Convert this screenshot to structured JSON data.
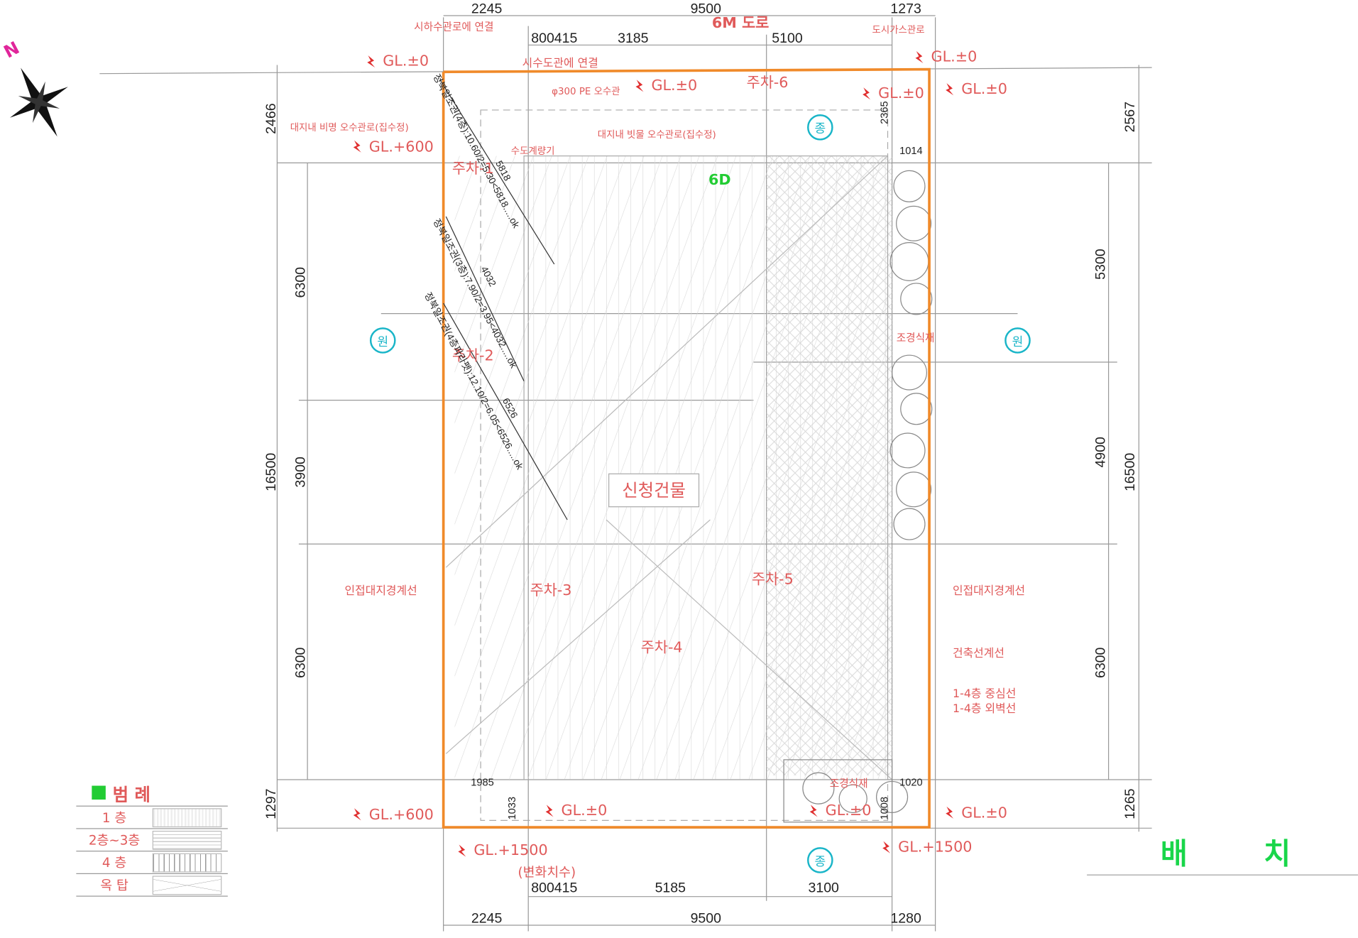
{
  "drawing_title": "배 치 도",
  "north_label": "N",
  "road_label": "6M 도로",
  "building_label": "신청건물",
  "top_dims": {
    "a": "2245",
    "b": "9500",
    "c": "1273"
  },
  "top_sub_dims": {
    "a": "800415",
    "b": "3185",
    "c": "5100"
  },
  "bottom_dims": {
    "a": "2245",
    "b": "9500",
    "c": "1280"
  },
  "bottom_sub_dims": {
    "a": "800415",
    "b": "5185",
    "c": "3100"
  },
  "left_dims": {
    "a": "2466",
    "b": "16500",
    "c": "1297"
  },
  "left_sub_dims": {
    "a": "6300",
    "b": "3900",
    "c": "6300"
  },
  "right_dims": {
    "a": "2567",
    "b": "16500",
    "c": "1265"
  },
  "right_sub_dims": {
    "a": "5300",
    "b": "4900",
    "c": "6300"
  },
  "small_dims": {
    "tl": "2365",
    "tr": "1014",
    "bl": "1985",
    "bl2": "1033",
    "br": "1020",
    "br2": "1008"
  },
  "parking": {
    "p1": "주차-1",
    "p2": "주차-2",
    "p3": "주차-3",
    "p4": "주차-4",
    "p5": "주차-5",
    "p6": "주차-6",
    "p7": "6D"
  },
  "gl": {
    "g1": "GL.±0",
    "g2": "GL.±0",
    "g3": "GL.±0",
    "g4": "GL.±0",
    "g5": "GL.±0",
    "g6": "GL.+600",
    "g7": "GL.+600",
    "g8": "GL.±0",
    "g9": "GL.±0",
    "g10": "GL.±0",
    "g11": "GL.+1500",
    "g12": "GL.+1500"
  },
  "notes": {
    "n1": "시하수관로에 연결",
    "n2": "시수도관에 연결",
    "n3": "도시가스관로",
    "n4": "대지내 비명 오수관로(집수정)",
    "n5": "φ300 PE 오수관",
    "n6": "대지내 빗물 오수관로(집수정)",
    "n7": "수도계량기",
    "n8": "인접대지경계선",
    "n9": "인접대지경계선",
    "n10": "건축선계선",
    "n11": "1-4층 중심선",
    "n12": "1-4층 외벽선",
    "n13": "조경식재",
    "n14": "조경식재",
    "n15": "(변화치수)"
  },
  "diagonal_calcs": {
    "d1": "정북일조권(4층):10.60/2=5.30<5818.....ok",
    "d2": "정북일조권(3층):7.90/2=3.95<4032.....ok",
    "d3": "정북일조권(4층파라펫):12.10/2=6.05<6526.....ok",
    "d1n": "5818",
    "d2n": "4032",
    "d3n": "6526"
  },
  "section_markers": {
    "left": "원",
    "right": "원",
    "top": "종",
    "bottom": "종"
  },
  "legend": {
    "title": "범 례",
    "rows": [
      {
        "label": "1 층"
      },
      {
        "label": "2층~3층"
      },
      {
        "label": "4 층"
      },
      {
        "label": "옥 탑"
      }
    ]
  },
  "colors": {
    "boundary": "#f08a2a",
    "annotation": "#e05a5a",
    "title": "#19d64a",
    "marker": "#19b5c8"
  }
}
